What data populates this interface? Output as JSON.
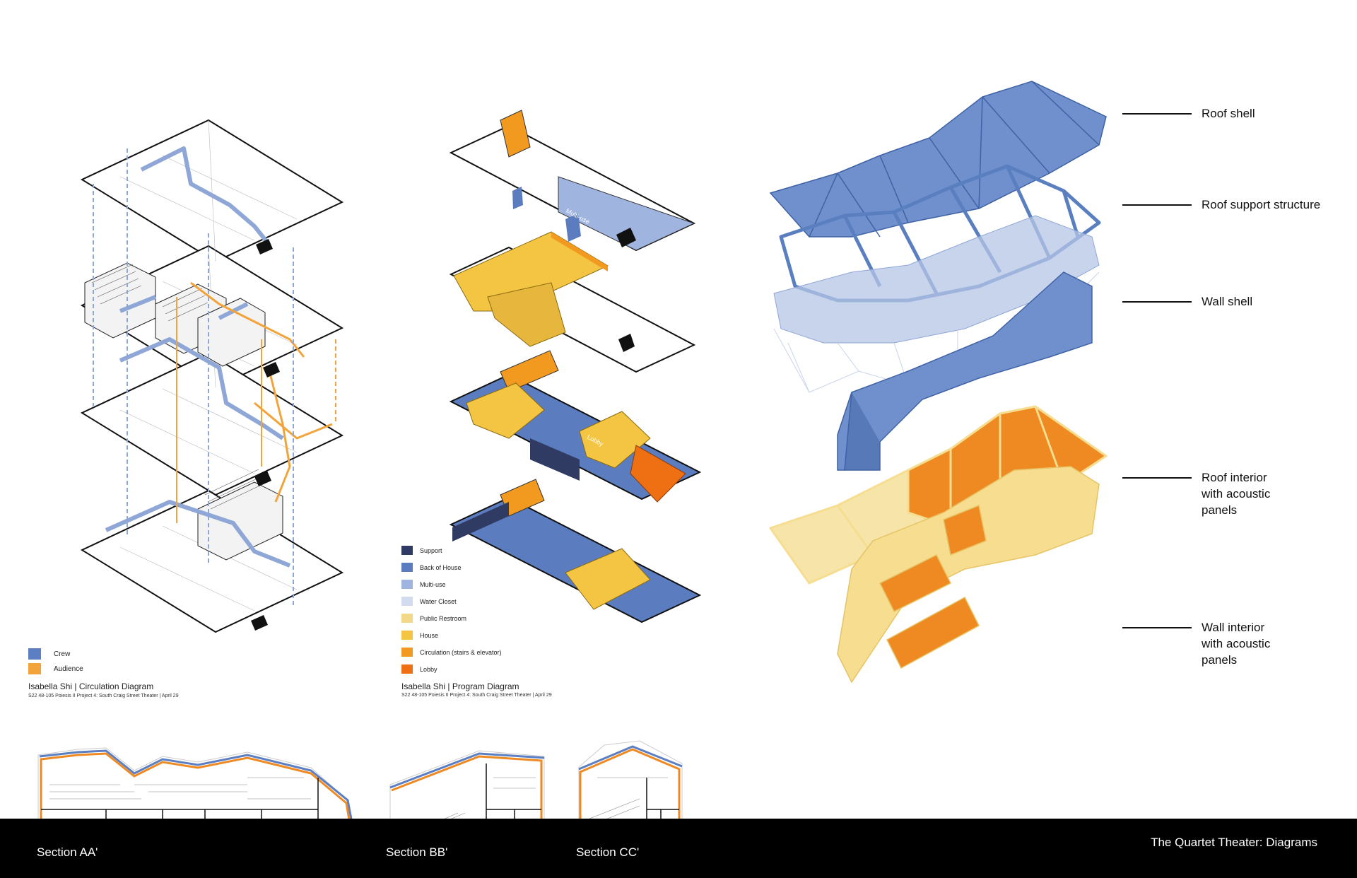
{
  "circulation": {
    "legend": [
      {
        "label": "Crew",
        "color": "#5b7fc2"
      },
      {
        "label": "Audience",
        "color": "#f2a33a"
      }
    ],
    "credit_title": "Isabella Shi | Circulation Diagram",
    "credit_sub": "S22 48-105 Poiesis II Project 4: South Craig Street Theater | April 29"
  },
  "program": {
    "legend": [
      {
        "label": "Support",
        "color": "#2f3b63"
      },
      {
        "label": "Back of House",
        "color": "#5b7dc0"
      },
      {
        "label": "Multi-use",
        "color": "#9fb4df"
      },
      {
        "label": "Water Closet",
        "color": "#d3dcef"
      },
      {
        "label": "Public Restroom",
        "color": "#f2d98a"
      },
      {
        "label": "House",
        "color": "#f4c542"
      },
      {
        "label": "Circulation (stairs & elevator)",
        "color": "#f29a1f"
      },
      {
        "label": "Lobby",
        "color": "#ef6f13"
      }
    ],
    "credit_title": "Isabella Shi | Program Diagram",
    "credit_sub": "S22 48-105 Poiesis II Project 4: South Craig Street Theater | April 29"
  },
  "layers": {
    "labels": [
      "Roof shell",
      "Roof support structure",
      "Wall shell",
      "Roof interior with acoustic panels",
      "Wall interior with acoustic panels"
    ],
    "blue": "#5f84c6",
    "orange": "#ef8a22",
    "cream": "#f6dd8f"
  },
  "sections": [
    "Section AA'",
    "Section BB'",
    "Section CC'"
  ],
  "footer_title": "The Quartet Theater: Diagrams"
}
